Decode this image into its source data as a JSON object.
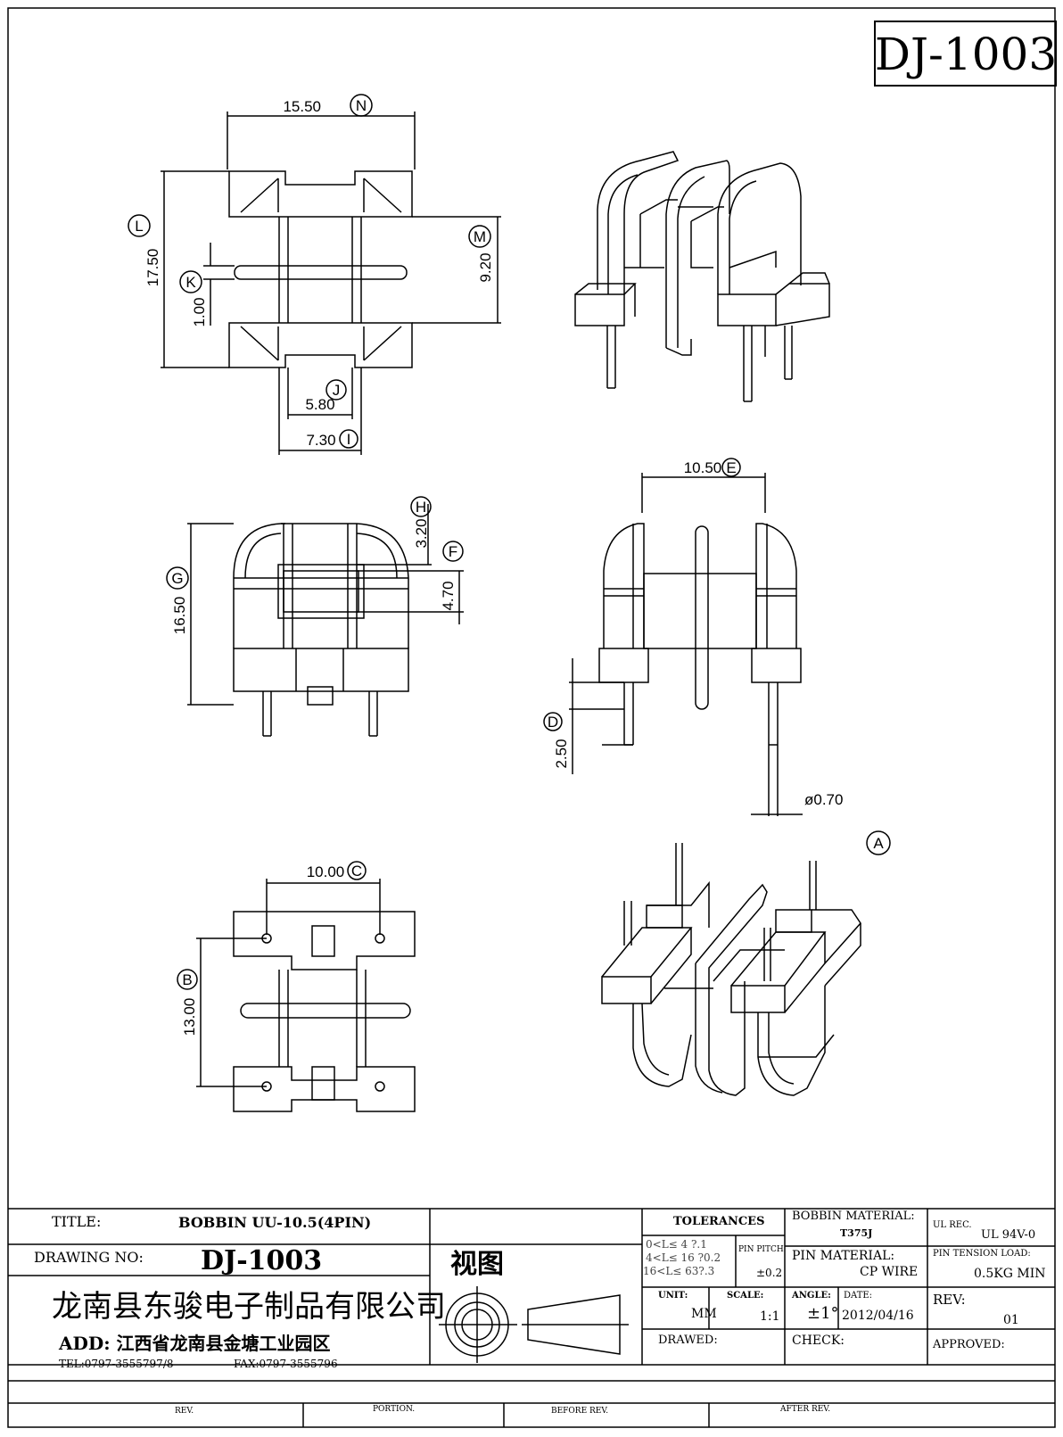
{
  "drawing_code": "DJ-1003",
  "dimensions": {
    "N": {
      "value": "15.50",
      "letter": "N"
    },
    "L": {
      "value": "17.50",
      "letter": "L"
    },
    "M": {
      "value": "9.20",
      "letter": "M"
    },
    "K": {
      "value": "1.00",
      "letter": "K"
    },
    "J": {
      "value": "5.80",
      "letter": "J"
    },
    "I": {
      "value": "7.30",
      "letter": "I"
    },
    "H": {
      "value": "3.20",
      "letter": "H"
    },
    "F": {
      "value": "4.70",
      "letter": "F"
    },
    "G": {
      "value": "16.50",
      "letter": "G"
    },
    "E": {
      "value": "10.50",
      "letter": "E"
    },
    "D": {
      "value": "2.50",
      "letter": "D"
    },
    "pin_dia": {
      "value": "ø0.70"
    },
    "A": {
      "letter": "A"
    },
    "C": {
      "value": "10.00",
      "letter": "C"
    },
    "B": {
      "value": "13.00",
      "letter": "B"
    }
  },
  "title_block": {
    "title_label": "TITLE:",
    "title_value": "BOBBIN UU-10.5(4PIN)",
    "drawing_no_label": "DRAWING NO:",
    "drawing_no_value": "DJ-1003",
    "view_label": "视图",
    "company": "龙南县东骏电子制品有限公司",
    "address": "ADD: 江西省龙南县金塘工业园区",
    "tel": "TEL:0797-3555797/8",
    "fax": "FAX:0797-3555796",
    "tolerances_label": "TOLERANCES",
    "tol_row1": "0<L≤ 4 ?.1",
    "tol_row2": "4<L≤ 16 ?0.2",
    "tol_row3": "16<L≤ 63?.3",
    "pin_pitch_label": "PIN PITCH",
    "pin_pitch_value": "±0.2",
    "bobbin_material_label": "BOBBIN MATERIAL:",
    "bobbin_material_value": "T375J",
    "ul_rec_label": "UL REC.",
    "ul_rec_value": "UL  94V-0",
    "pin_material_label": "PIN MATERIAL:",
    "pin_material_value": "CP WIRE",
    "pin_tension_label": "PIN TENSION LOAD:",
    "pin_tension_value": "0.5KG MIN",
    "unit_label": "UNIT:",
    "unit_value": "MM",
    "scale_label": "SCALE:",
    "scale_value": "1:1",
    "angle_label": "ANGLE:",
    "angle_value": "±1°",
    "date_label": "DATE:",
    "date_value": "2012/04/16",
    "rev_label": "REV:",
    "rev_value": "01",
    "drawed_label": "DRAWED:",
    "check_label": "CHECK:",
    "approved_label": "APPROVED:",
    "footer_rev": "REV.",
    "footer_portion": "PORTION.",
    "footer_before": "BEFORE REV.",
    "footer_after": "AFTER REV."
  }
}
